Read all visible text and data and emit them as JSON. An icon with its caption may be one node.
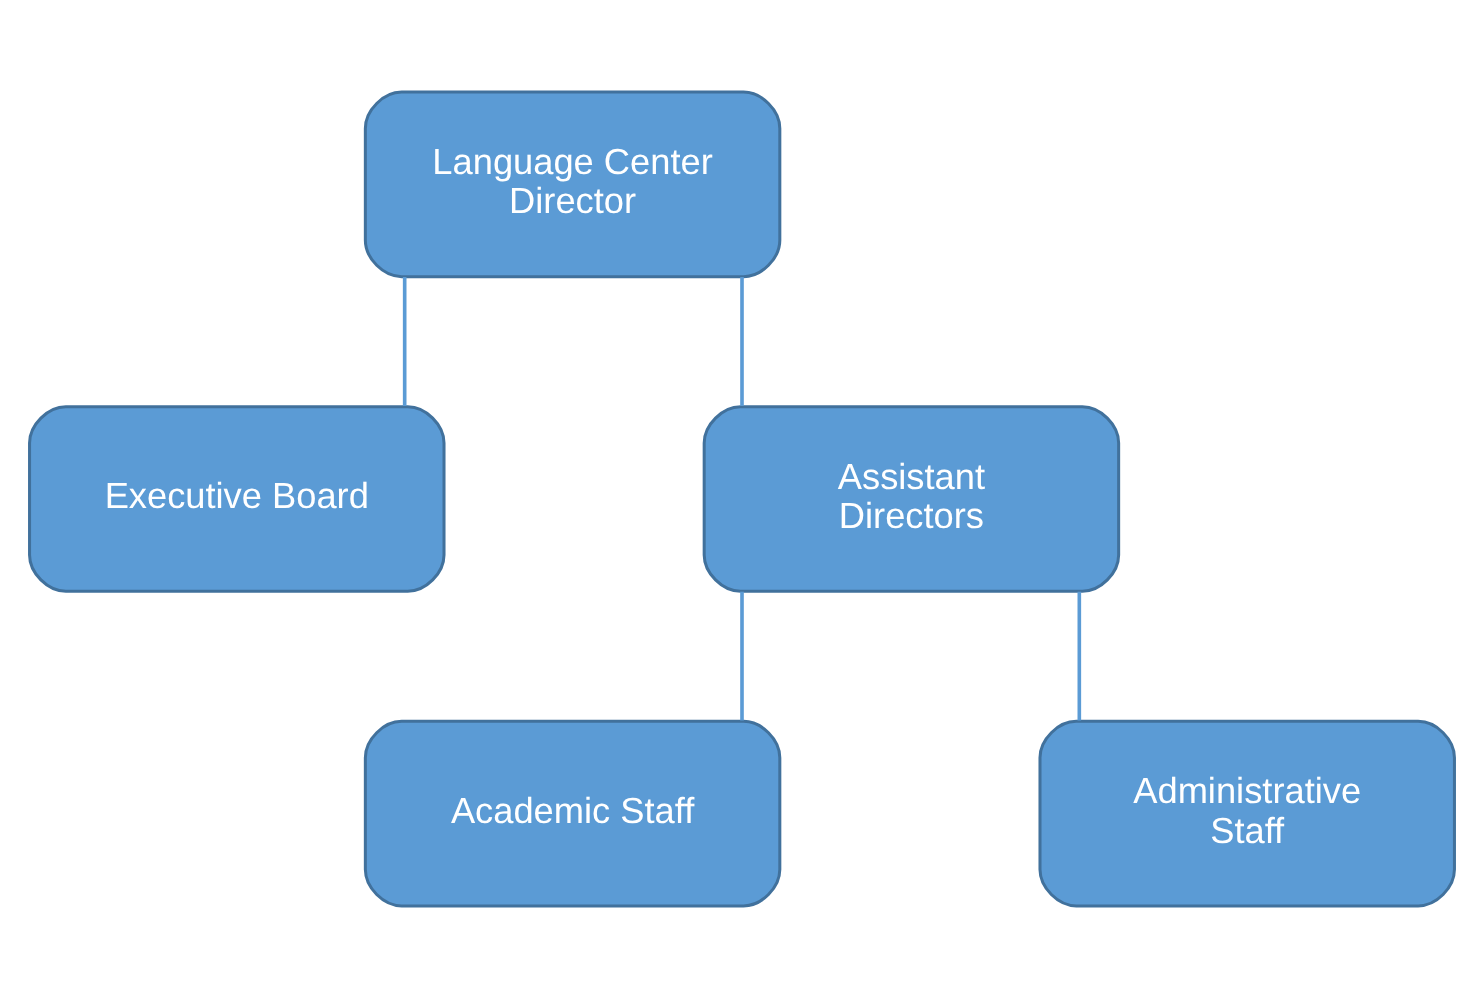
{
  "diagram": {
    "nodes": [
      {
        "text": [
          "Language Center Director"
        ]
      },
      {
        "text": [
          "Executive Board"
        ]
      },
      {
        "text": [
          "Assistant Directors"
        ]
      },
      {
        "text": [
          "Academic Staff"
        ]
      },
      {
        "text": [
          "Administrative Staff"
        ]
      }
    ],
    "edges": [
      {
        "from": 0,
        "to": 1,
        "arrow": "none"
      },
      {
        "from": 0,
        "to": 2,
        "arrow": "none"
      },
      {
        "from": 2,
        "to": 3,
        "arrow": "none"
      },
      {
        "from": 2,
        "to": 4,
        "arrow": "none"
      }
    ]
  }
}
